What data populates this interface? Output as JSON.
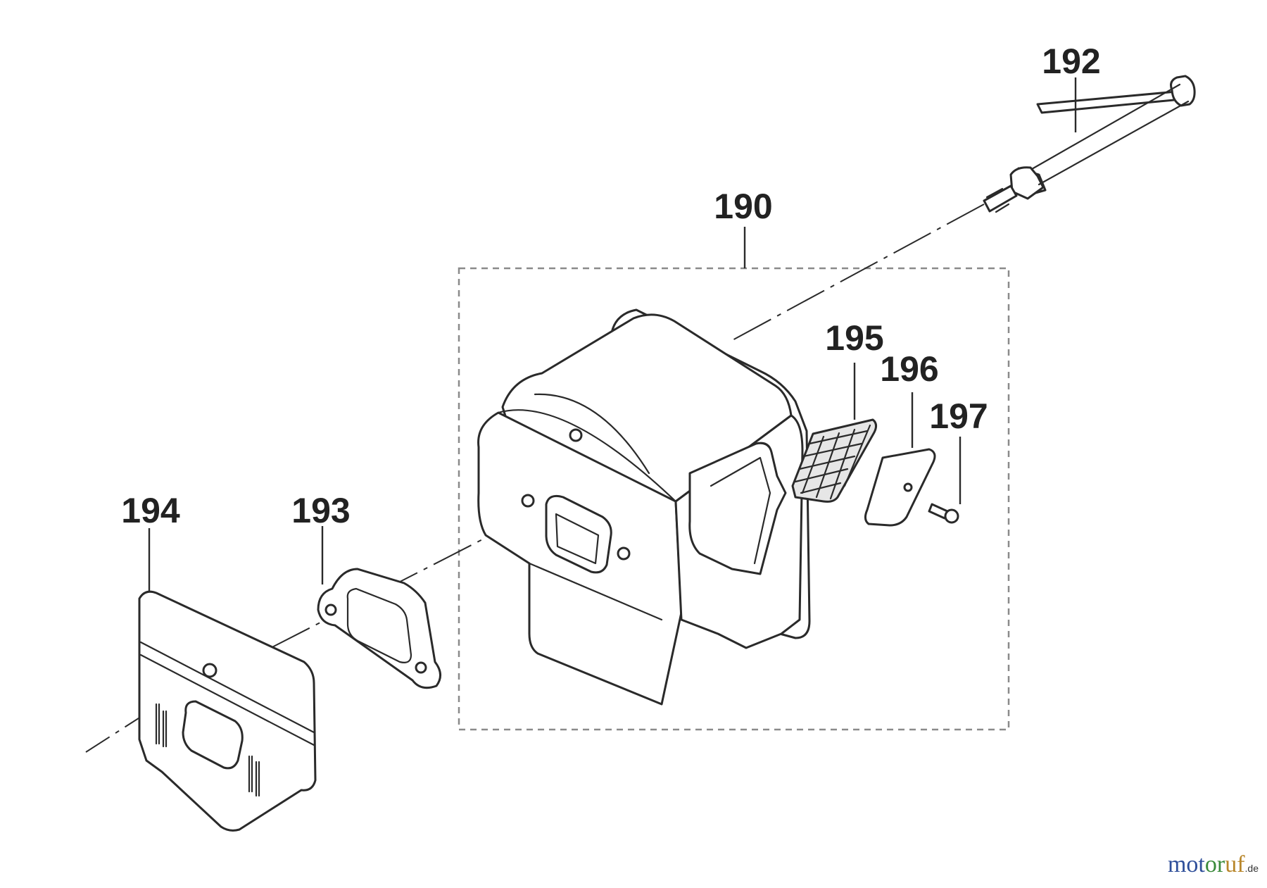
{
  "parts": [
    {
      "id": "p190",
      "label": "190"
    },
    {
      "id": "p192",
      "label": "192"
    },
    {
      "id": "p193",
      "label": "193"
    },
    {
      "id": "p194",
      "label": "194"
    },
    {
      "id": "p195",
      "label": "195"
    },
    {
      "id": "p196",
      "label": "196"
    },
    {
      "id": "p197",
      "label": "197"
    }
  ],
  "watermark": {
    "part1": "mot",
    "part2": "or",
    "part3": "uf",
    "part4": ".de"
  }
}
